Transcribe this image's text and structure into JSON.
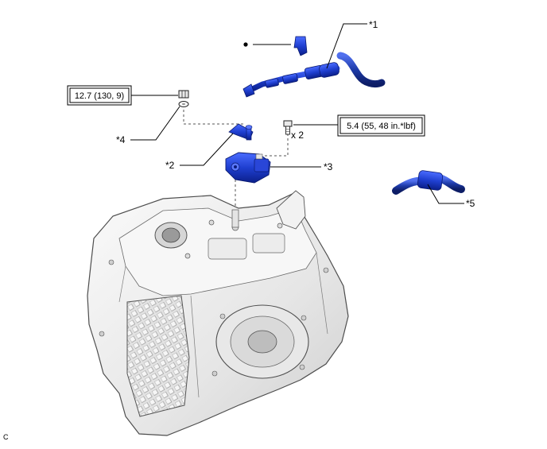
{
  "callouts": {
    "c1": "*1",
    "c2": "*2",
    "c3": "*3",
    "c4": "*4",
    "c5": "*5"
  },
  "torque": {
    "nut": "12.7 (130, 9)",
    "bolt": "5.4 (55, 48 in.*lbf)",
    "qty": "x 2"
  },
  "corner_code": "C",
  "colors": {
    "part_blue": "#1f3fd0",
    "part_dark": "#0c1f8a",
    "case_light": "#efefef",
    "case_line": "#555555"
  },
  "icons": {
    "bullet": "filled-dot-icon",
    "nut": "nut-icon",
    "washer": "washer-icon",
    "bolt": "bolt-icon"
  }
}
